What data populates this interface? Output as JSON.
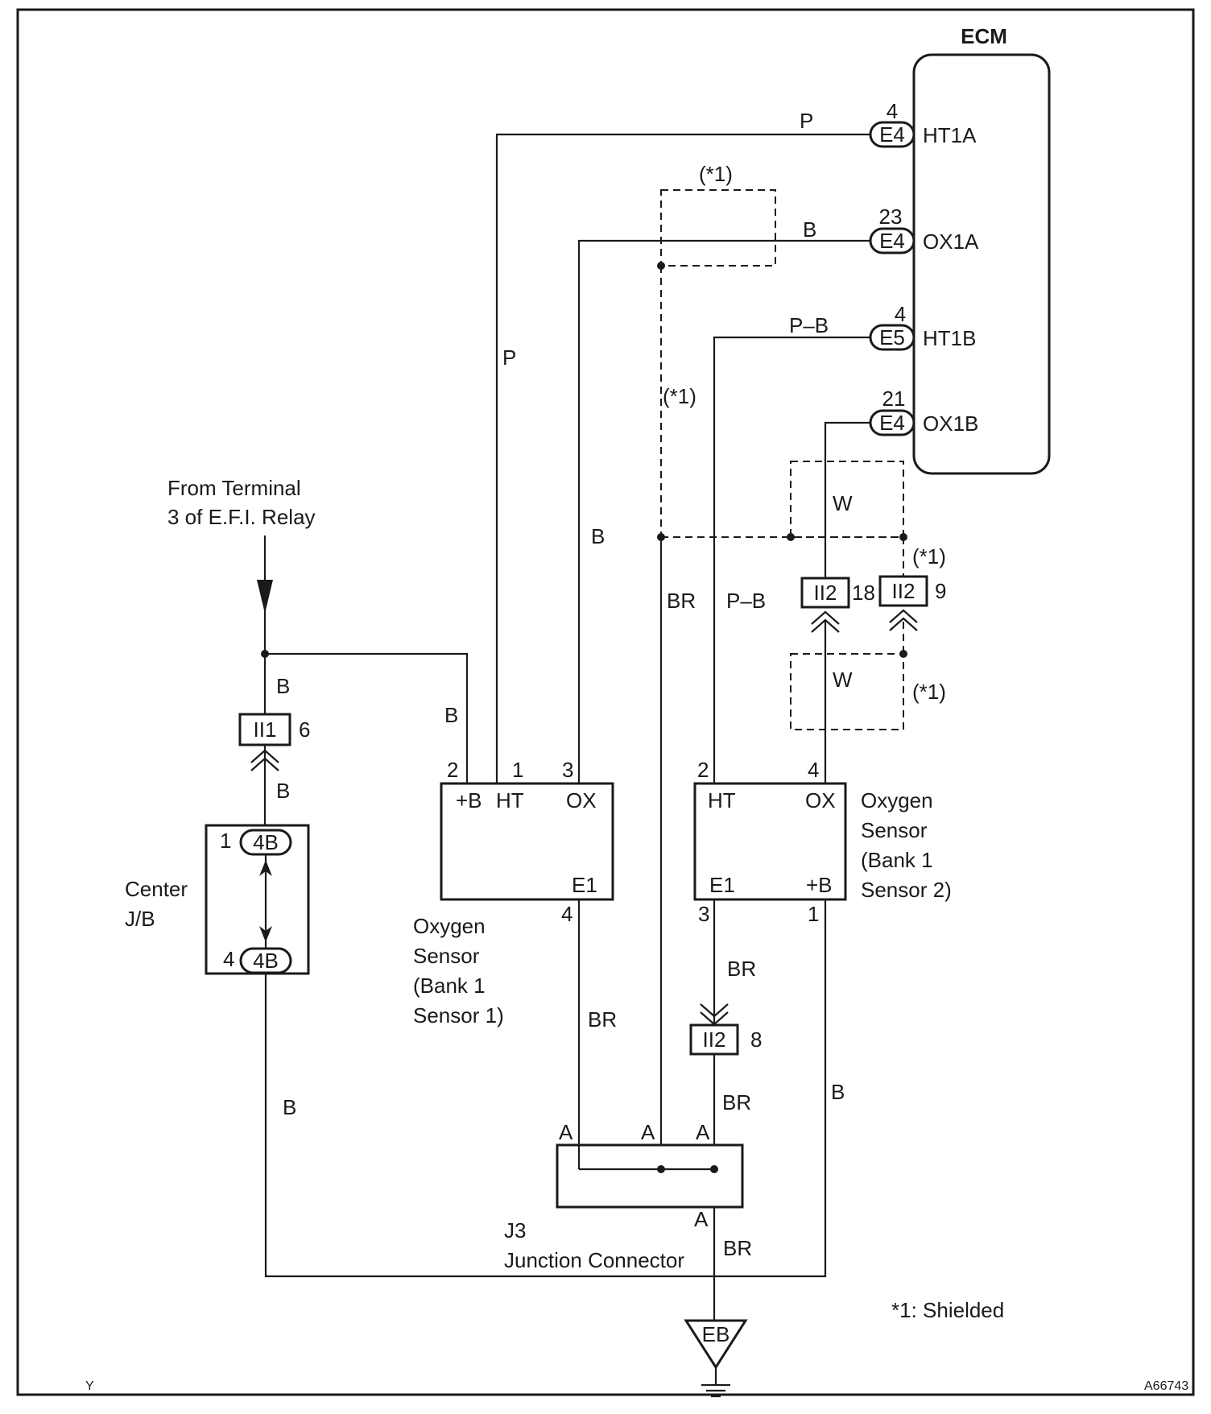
{
  "ecm": {
    "title": "ECM",
    "pins": [
      {
        "pin": "4",
        "connector": "E4",
        "terminal": "HT1A"
      },
      {
        "pin": "23",
        "connector": "E4",
        "terminal": "OX1A"
      },
      {
        "pin": "4",
        "connector": "E5",
        "terminal": "HT1B"
      },
      {
        "pin": "21",
        "connector": "E4",
        "terminal": "OX1B"
      }
    ]
  },
  "source": {
    "line1": "From Terminal",
    "line2": "3 of E.F.I. Relay"
  },
  "center_jb": {
    "label_line1": "Center",
    "label_line2": "J/B",
    "top_pin": "1",
    "top_conn": "4B",
    "bottom_pin": "4",
    "bottom_conn": "4B"
  },
  "sensor1": {
    "terminals": {
      "b": "+B",
      "ht": "HT",
      "ox": "OX",
      "e1": "E1"
    },
    "pins": {
      "b": "2",
      "ht": "1",
      "ox": "3",
      "e1": "4"
    },
    "label_lines": [
      "Oxygen",
      "Sensor",
      "(Bank 1",
      "Sensor 1)"
    ]
  },
  "sensor2": {
    "terminals": {
      "ht": "HT",
      "ox": "OX",
      "e1": "E1",
      "b": "+B"
    },
    "pins": {
      "ht": "2",
      "ox": "4",
      "e1": "3",
      "b": "1"
    },
    "label_lines": [
      "Oxygen",
      "Sensor",
      "(Bank 1",
      "Sensor 2)"
    ]
  },
  "connectors": [
    {
      "id": "II1",
      "pin": "6"
    },
    {
      "id": "II2",
      "pin": "18"
    },
    {
      "id": "II2",
      "pin": "9"
    },
    {
      "id": "II2",
      "pin": "8"
    }
  ],
  "junction": {
    "line1": "J3",
    "line2": "Junction Connector",
    "pins": [
      "A",
      "A",
      "A",
      "A"
    ]
  },
  "ground": {
    "label": "EB"
  },
  "wire_colors": {
    "p_top": "P",
    "p_vertical": "P",
    "b_ox1a": "B",
    "b_ox1a_vertical": "B",
    "pb_top": "P–B",
    "pb_vertical": "P–B",
    "w_upper": "W",
    "w_lower": "W",
    "br_shield": "BR",
    "b_feed_upper": "B",
    "b_feed_lower": "B",
    "b_to_sensor1": "B",
    "b_left_bottom": "B",
    "br_sensor1": "BR",
    "br_sensor2_upper": "BR",
    "br_sensor2_lower": "BR",
    "br_ground": "BR",
    "b_right": "B"
  },
  "shield_marks": [
    "(*1)",
    "(*1)",
    "(*1)",
    "(*1)"
  ],
  "legend": "*1: Shielded",
  "footer": {
    "left": "Y",
    "right": "A66743"
  }
}
